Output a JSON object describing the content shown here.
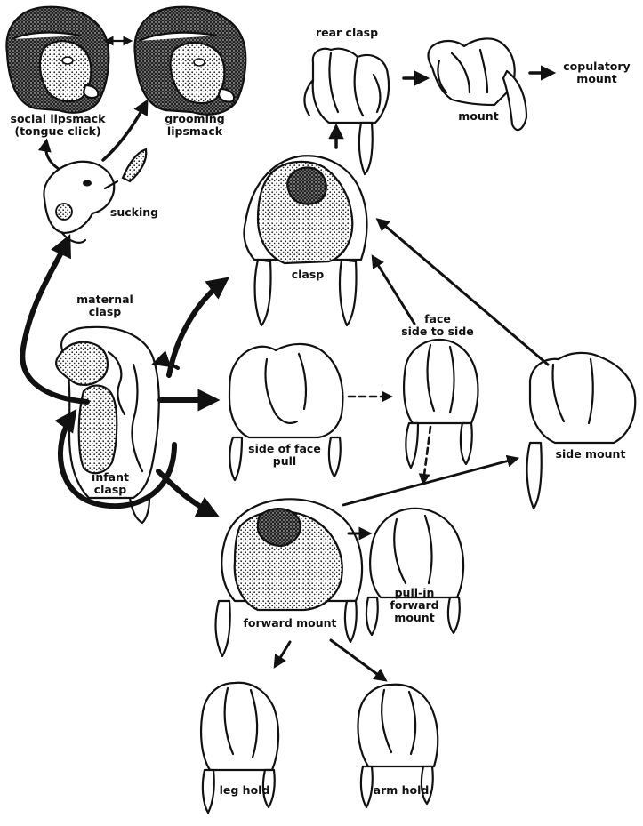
{
  "labels": {
    "social_lipsmack": [
      "social lipsmack",
      "(tongue click)"
    ],
    "grooming_lipsmack": [
      "grooming",
      "lipsmack"
    ],
    "sucking": [
      "sucking"
    ],
    "maternal_clasp": [
      "maternal",
      "clasp"
    ],
    "infant_clasp": [
      "infant",
      "clasp"
    ],
    "rear_clasp": [
      "rear clasp"
    ],
    "mount": [
      "mount"
    ],
    "copulatory_mount": [
      "copulatory",
      "mount"
    ],
    "clasp": [
      "clasp"
    ],
    "face_side_to_side": [
      "face",
      "side to side"
    ],
    "side_of_face_pull": [
      "side of face",
      "pull"
    ],
    "side_mount": [
      "side mount"
    ],
    "forward_mount": [
      "forward mount"
    ],
    "pull_in_forward_mount": [
      "pull-in",
      "forward",
      "mount"
    ],
    "leg_hold": [
      "leg hold"
    ],
    "arm_hold": [
      "arm hold"
    ]
  },
  "colors": {
    "ink": "#111111",
    "paper": "#ffffff"
  }
}
